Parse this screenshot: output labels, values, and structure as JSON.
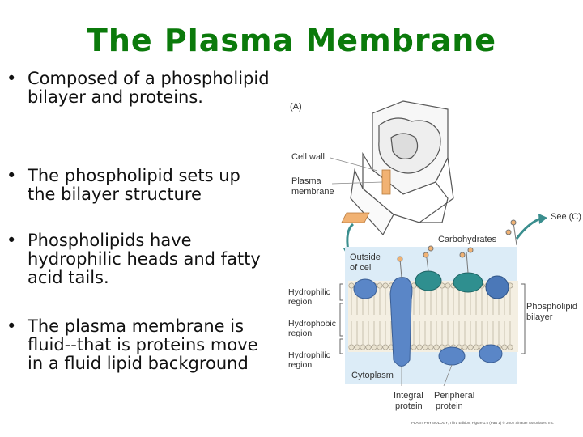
{
  "slide": {
    "title": "The Plasma Membrane",
    "bullet_symbol": "•",
    "bullets": [
      "Composed of a phospholipid bilayer and proteins.",
      "The phospholipid sets up the bilayer structure",
      "Phospholipids have hydrophilic heads and fatty acid tails.",
      "The plasma membrane is fluid--that is proteins move in a fluid lipid background"
    ]
  },
  "figure": {
    "panel": "(A)",
    "cell_wall": "Cell wall",
    "plasma_line1": "Plasma",
    "plasma_line2": "membrane",
    "see_c": "See (C)",
    "carbohydrates": "Carbohydrates",
    "outside_line1": "Outside",
    "outside_line2": "of cell",
    "hydrophilic_top_1": "Hydrophilic",
    "hydrophilic_top_2": "region",
    "hydrophobic_1": "Hydrophobic",
    "hydrophobic_2": "region",
    "hydrophilic_bot_1": "Hydrophilic",
    "hydrophilic_bot_2": "region",
    "phospholipid_1": "Phospholipid",
    "phospholipid_2": "bilayer",
    "cytoplasm": "Cytoplasm",
    "integral_1": "Integral",
    "integral_2": "protein",
    "peripheral_1": "Peripheral",
    "peripheral_2": "protein",
    "credit": "PLANT PHYSIOLOGY, Third Edition, Figure 1.5 (Part 1) © 2002 Sinauer Associates, Inc.",
    "colors": {
      "cytoplasm_bg": "#dcecf7",
      "lipid_head": "#e9e2cf",
      "protein_blue": "#5a86c7",
      "protein_teal": "#2f8f8f",
      "cell_wall_fill": "#f1b273",
      "arrow": "#3a8e8e"
    }
  }
}
